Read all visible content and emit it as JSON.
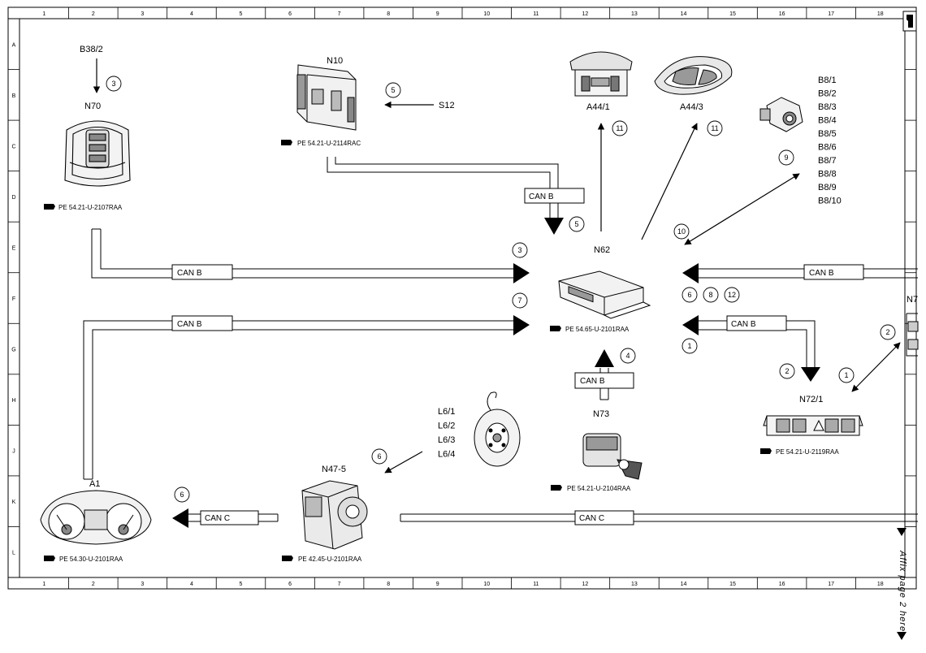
{
  "grid": {
    "columns": [
      "1",
      "2",
      "3",
      "4",
      "5",
      "6",
      "7",
      "8",
      "9",
      "10",
      "11",
      "12",
      "13",
      "14",
      "15",
      "16",
      "17",
      "18"
    ],
    "rows": [
      "A",
      "B",
      "C",
      "D",
      "E",
      "F",
      "G",
      "H",
      "J",
      "K",
      "L"
    ]
  },
  "components": {
    "b38_2": "B38/2",
    "n70": "N70",
    "n10": "N10",
    "s12": "S12",
    "a44_1": "A44/1",
    "a44_3": "A44/3",
    "n62": "N62",
    "n73": "N73",
    "n72_1": "N72/1",
    "n7": "N7",
    "a1": "A1",
    "n47_5": "N47-5",
    "b8": [
      "B8/1",
      "B8/2",
      "B8/3",
      "B8/4",
      "B8/5",
      "B8/6",
      "B8/7",
      "B8/8",
      "B8/9",
      "B8/10"
    ],
    "l6": [
      "L6/1",
      "L6/2",
      "L6/3",
      "L6/4"
    ]
  },
  "refs": {
    "n70": "PE 54.21-U-2107RAA",
    "n10": "PE 54.21-U-2114RAC",
    "n62": "PE 54.65-U-2101RAA",
    "n73": "PE 54.21-U-2104RAA",
    "n72_1": "PE 54.21-U-2119RAA",
    "a1": "PE 54.30-U-2101RAA",
    "n47_5": "PE 42.45-U-2101RAA"
  },
  "buses": {
    "can_b": "CAN B",
    "can_c": "CAN C"
  },
  "circles": {
    "n1": "1",
    "n2": "2",
    "n3": "3",
    "n4": "4",
    "n5": "5",
    "n6": "6",
    "n7": "7",
    "n8": "8",
    "n9": "9",
    "n10": "10",
    "n11": "11",
    "n12": "12"
  },
  "side_note": "Affix page 2 here"
}
